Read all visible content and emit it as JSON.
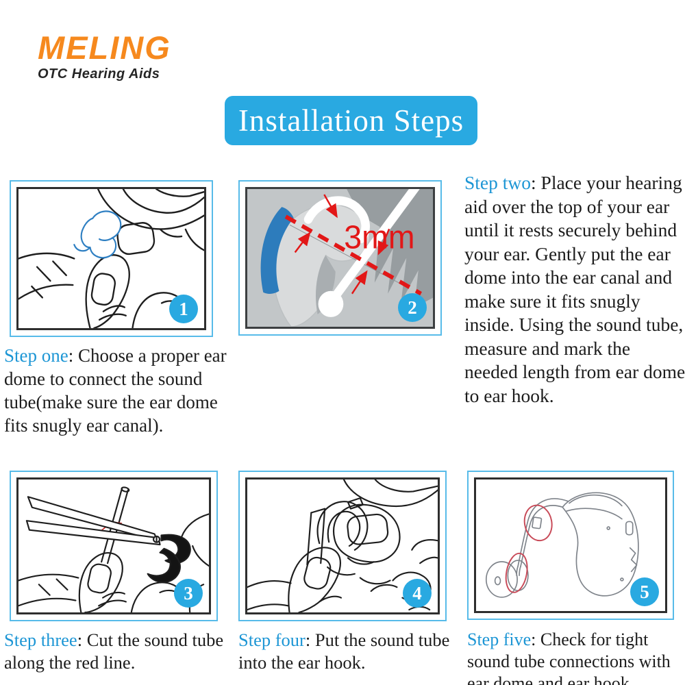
{
  "logo": {
    "brand": "MELING",
    "tagline": "OTC Hearing Aids"
  },
  "banner": {
    "title": "Installation Steps"
  },
  "steps": [
    {
      "number": "1",
      "label": "Step one",
      "text": ": Choose a proper ear dome to connect the sound tube(make sure the ear dome fits snugly ear canal)."
    },
    {
      "number": "2",
      "label": "Step two",
      "text": ":  Place your hearing aid over the top of your ear until it rests securely behind your ear. Gently put the ear dome into the ear canal and make sure it fits snugly inside. Using the sound tube, measure and mark the needed length from ear dome to ear hook."
    },
    {
      "number": "3",
      "label": "Step three",
      "text": ": Cut the sound tube along the red line."
    },
    {
      "number": "4",
      "label": "Step four",
      "text": ": Put the sound tube into the ear hook."
    },
    {
      "number": "5",
      "label": "Step five",
      "text": ": Check for tight sound tube connections with ear dome and ear hook."
    }
  ],
  "figure2": {
    "annotation": "3mm"
  },
  "colors": {
    "accent_blue": "#29a9e1",
    "frame_border_blue": "#57bbe9",
    "step_label_blue": "#1d96d5",
    "logo_orange": "#f6891e",
    "annotation_red": "#e21717",
    "ink": "#1c1c1c"
  }
}
